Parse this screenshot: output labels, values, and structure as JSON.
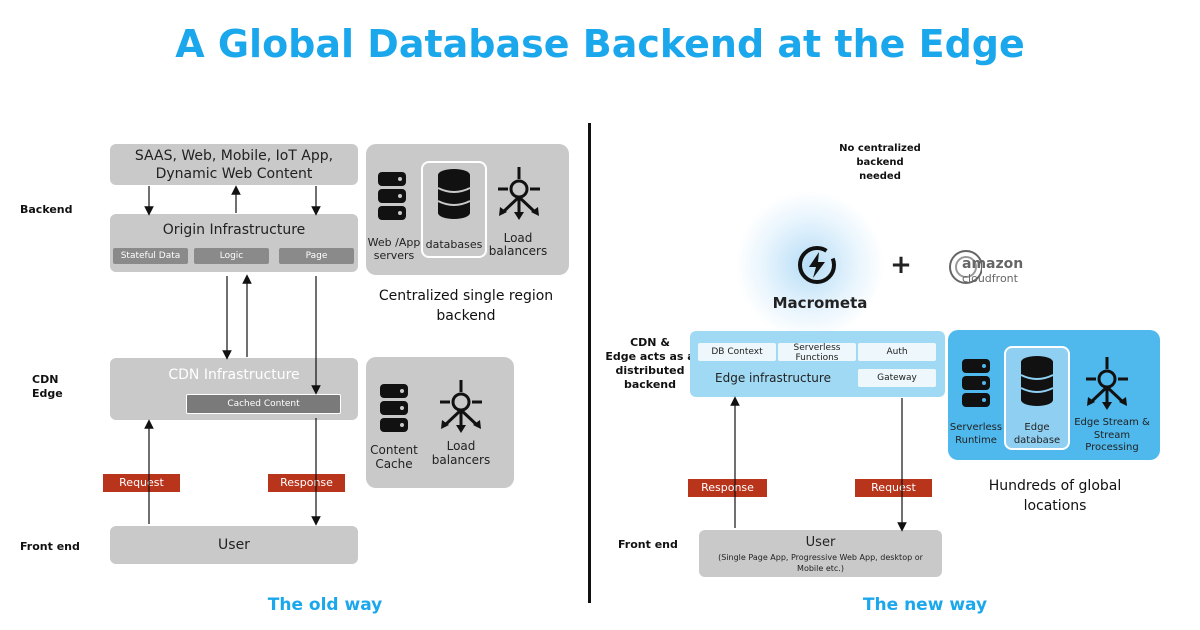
{
  "title": "A Global Database Backend at the Edge",
  "colors": {
    "accent": "#1aa7ec",
    "gray_box": "#c9c9c9",
    "blue_box": "#9fd9f3",
    "red_label": "#b8341b"
  },
  "old_way": {
    "caption": "The old way",
    "side_labels": {
      "backend": "Backend",
      "cdn_edge_1": "CDN",
      "cdn_edge_2": "Edge",
      "front_end": "Front end"
    },
    "apps_box": {
      "line1": "SAAS, Web, Mobile, IoT App,",
      "line2": "Dynamic Web Content"
    },
    "origin": {
      "title": "Origin Infrastructure",
      "chips": [
        "Stateful Data",
        "Logic",
        "Page"
      ]
    },
    "cdn": {
      "title": "CDN Infrastructure",
      "chip": "Cached Content"
    },
    "request": "Request",
    "response": "Response",
    "user": "User",
    "backend_icons": {
      "web_app_1": "Web /App",
      "web_app_2": "servers",
      "databases": "databases",
      "load_1": "Load",
      "load_2": "balancers"
    },
    "backend_caption_1": "Centralized single region",
    "backend_caption_2": "backend",
    "edge_icons": {
      "cache_1": "Content",
      "cache_2": "Cache",
      "load_1": "Load",
      "load_2": "balancers"
    }
  },
  "new_way": {
    "caption": "The new way",
    "no_backend": [
      "No centralized",
      "backend",
      "needed"
    ],
    "macrometa": "Macrometa",
    "plus": "+",
    "amazon_1": "amazon",
    "amazon_2": "cloudfront",
    "side_labels": {
      "cdn_1": "CDN &",
      "cdn_2": "Edge acts as a",
      "cdn_3": "distributed",
      "cdn_4": "backend",
      "front_end": "Front end"
    },
    "edge_box": {
      "chips": [
        "DB Context",
        "Serverless Functions",
        "Auth"
      ],
      "title": "Edge infrastructure",
      "gateway": "Gateway"
    },
    "edge_icons": {
      "serverless_1": "Serverless",
      "serverless_2": "Runtime",
      "db_1": "Edge",
      "db_2": "database",
      "stream_1": "Edge Stream &",
      "stream_2": "Stream",
      "stream_3": "Processing"
    },
    "global_caption_1": "Hundreds of global",
    "global_caption_2": "locations",
    "response": "Response",
    "request": "Request",
    "user": {
      "title": "User",
      "subtitle_1": "(Single Page App, Progressive Web App, desktop or",
      "subtitle_2": "Mobile etc.)"
    }
  }
}
